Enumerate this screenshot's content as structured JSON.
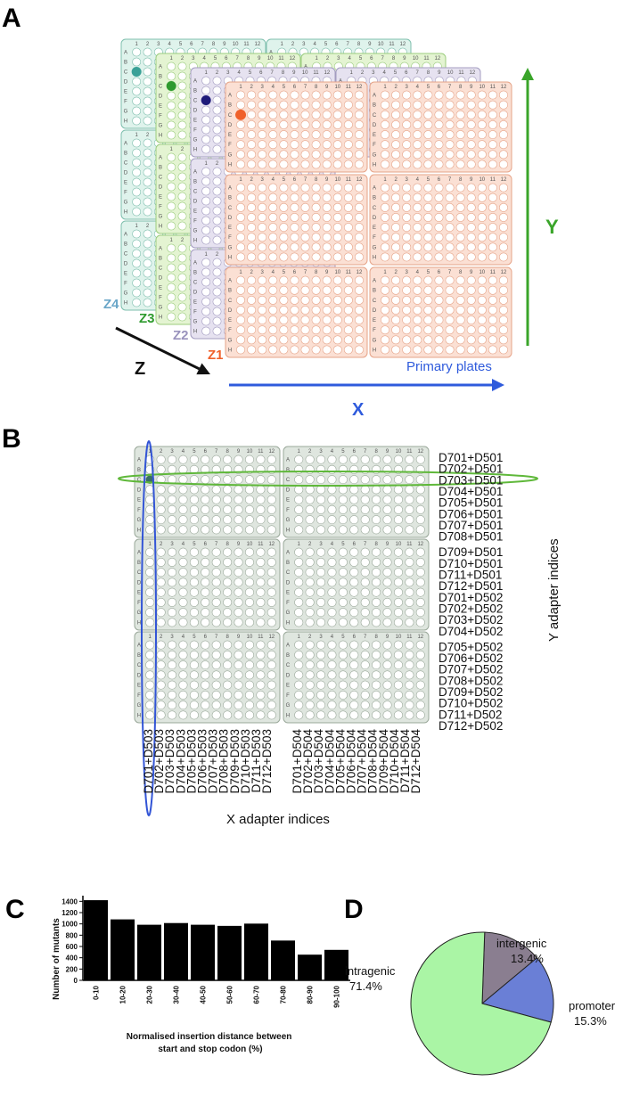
{
  "panels": {
    "a": "A",
    "b": "B",
    "c": "C",
    "d": "D"
  },
  "plate": {
    "cols": [
      "1",
      "2",
      "3",
      "4",
      "5",
      "6",
      "7",
      "8",
      "9",
      "10",
      "11",
      "12"
    ],
    "rows": [
      "A",
      "B",
      "C",
      "D",
      "E",
      "F",
      "G",
      "H"
    ],
    "cols_narrow": [
      "1",
      "2"
    ]
  },
  "panel_a": {
    "z_labels": [
      "Z4",
      "Z3",
      "Z2",
      "Z1"
    ],
    "axis_x": "X",
    "axis_y": "Y",
    "axis_z": "Z",
    "primary_plates": "Primary plates",
    "colors": {
      "z4_fill": "#dff3ec",
      "z4_stroke": "#7fbfae",
      "z4_dot": "#3aa197",
      "z3_fill": "#e4f4d2",
      "z3_stroke": "#9ccd7e",
      "z3_dot": "#2e9a2e",
      "z2_fill": "#e6e2f0",
      "z2_stroke": "#a49dc1",
      "z2_dot": "#1e1a7a",
      "z1_fill": "#fbe0d4",
      "z1_stroke": "#e6a489",
      "z1_dot": "#f0602a",
      "x_arrow": "#2f5bdc",
      "y_arrow": "#3aa52a",
      "z_arrow": "#111111"
    }
  },
  "panel_b": {
    "y_title": "Y adapter  indices",
    "x_title": "X adapter  indices",
    "y_indices": [
      "D701+D501",
      "D702+D501",
      "D703+D501",
      "D704+D501",
      "D705+D501",
      "D706+D501",
      "D707+D501",
      "D708+D501",
      "D709+D501",
      "D710+D501",
      "D711+D501",
      "D712+D501",
      "D701+D502",
      "D702+D502",
      "D703+D502",
      "D704+D502",
      "D705+D502",
      "D706+D502",
      "D707+D502",
      "D708+D502",
      "D709+D502",
      "D710+D502",
      "D711+D502",
      "D712+D502"
    ],
    "x_indices": [
      "D701+D503",
      "D702+D503",
      "D703+D503",
      "D704+D503",
      "D705+D503",
      "D706+D503",
      "D707+D503",
      "D708+D503",
      "D709+D503",
      "D710+D503",
      "D711+D503",
      "D712+D503",
      "D701+D504",
      "D702+D504",
      "D703+D504",
      "D704+D504",
      "D705+D504",
      "D706+D504",
      "D707+D504",
      "D708+D504",
      "D709+D504",
      "D710+D504",
      "D711+D504",
      "D712+D504"
    ],
    "colors": {
      "plate_fill": "#dfe6df",
      "plate_stroke": "#9aa89a",
      "row_ellipse": "#5fb83a",
      "col_ellipse": "#3355d6",
      "dot": "#3a6f63"
    }
  },
  "chart_data": {
    "type": "bar",
    "categories": [
      "0-10",
      "10-20",
      "20-30",
      "30-40",
      "40-50",
      "50-60",
      "60-70",
      "70-80",
      "80-90",
      "90-100"
    ],
    "values": [
      1420,
      1080,
      985,
      1015,
      985,
      965,
      1005,
      705,
      455,
      540
    ],
    "xlabel": "Normalised insertion distance between start and stop codon (%)",
    "ylabel": "Number of mutants",
    "yticks": [
      "0",
      "200",
      "400",
      "600",
      "800",
      "1000",
      "1200",
      "1400"
    ],
    "ylim": [
      0,
      1500
    ]
  },
  "pie_data": {
    "type": "pie",
    "slices": [
      {
        "name": "intragenic",
        "value": 71.4,
        "label": "71.4%",
        "color": "#aaf5a5"
      },
      {
        "name": "intergenic",
        "value": 13.4,
        "label": "13.4%",
        "color": "#8a7e90"
      },
      {
        "name": "promoter",
        "value": 15.3,
        "label": "15.3%",
        "color": "#6a7fd6"
      }
    ]
  }
}
